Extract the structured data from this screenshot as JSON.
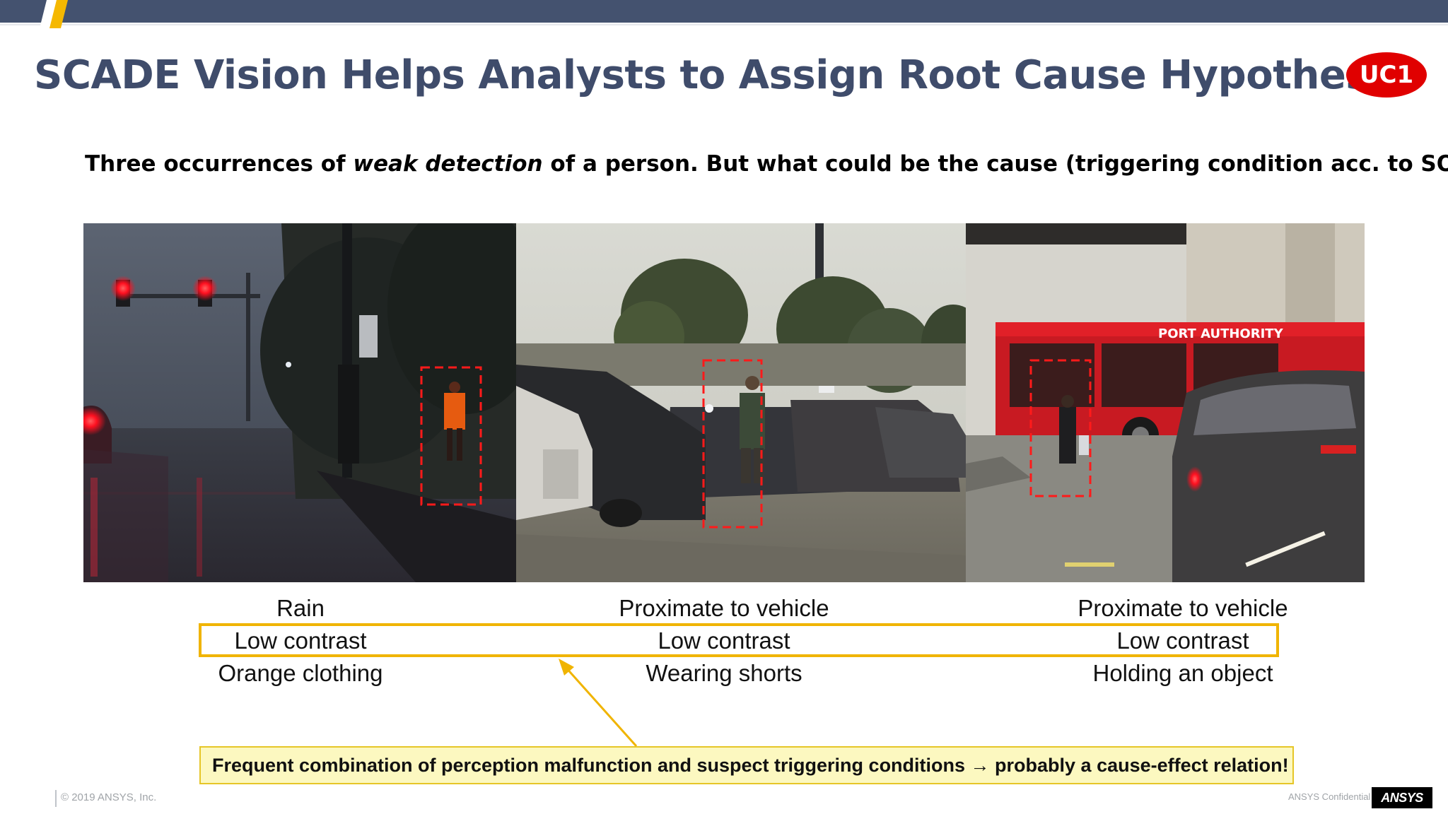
{
  "slide": {
    "title": "SCADE Vision Helps Analysts to Assign Root Cause Hypotheses",
    "badge": "UC1",
    "subtitle": {
      "before": "Three occurrences of ",
      "emphasis": "weak detection",
      "after": " of a person. But what could be the cause (triggering condition acc. to SOTIF)?"
    }
  },
  "scenes": [
    {
      "conditions": [
        "Rain",
        "Low contrast",
        "Orange clothing"
      ]
    },
    {
      "conditions": [
        "Proximate to vehicle",
        "Low contrast",
        "Wearing shorts"
      ]
    },
    {
      "conditions": [
        "Proximate to vehicle",
        "Low contrast",
        "Holding an object"
      ]
    }
  ],
  "photo_text": {
    "bus_sign": "PORT AUTHORITY"
  },
  "callout": "Frequent combination of perception malfunction and suspect triggering conditions → probably a cause-effect relation!",
  "footer": {
    "copyright": "© 2019 ANSYS, Inc.",
    "confidential": "ANSYS Confidential",
    "logo": "ANSYS"
  },
  "colors": {
    "header_bar": "#44526f",
    "title": "#3f4c6b",
    "badge": "#e00000",
    "highlight": "#f0b400",
    "detection_box": "#ff1a1a",
    "callout_bg": "#fcf8c0"
  }
}
